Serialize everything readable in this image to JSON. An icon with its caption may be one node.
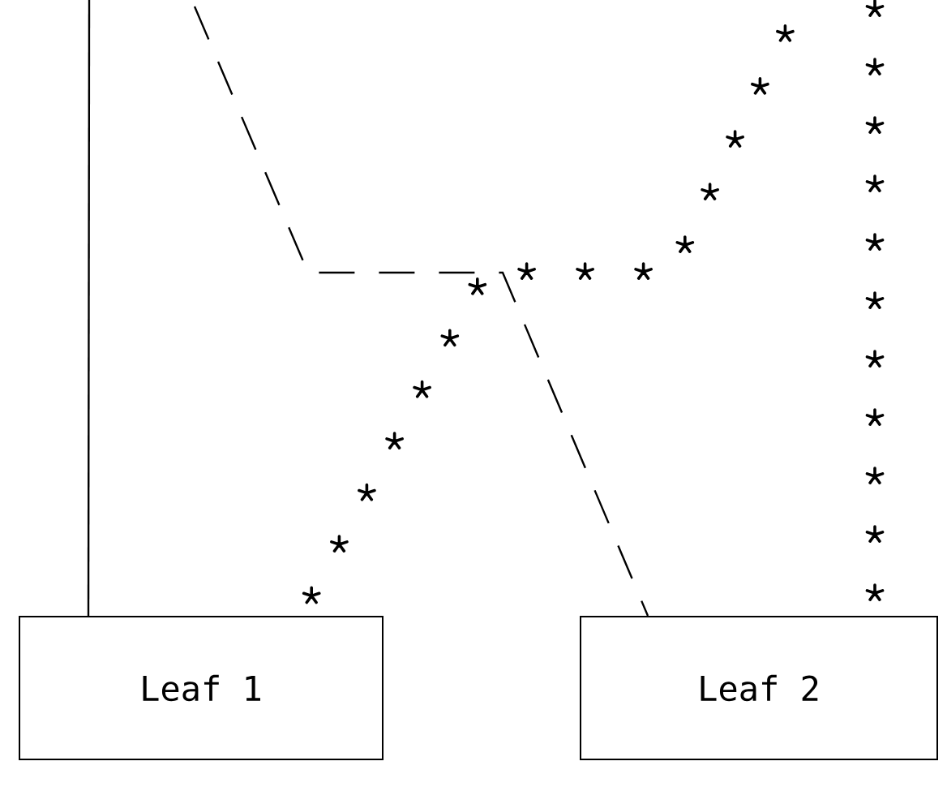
{
  "diagram": {
    "nodes": [
      {
        "text": [
          "Leaf 1"
        ]
      },
      {
        "text": [
          "Leaf 2"
        ]
      }
    ],
    "edges": [
      {
        "from": null,
        "to": 0,
        "arrow": "none"
      },
      {
        "from": null,
        "to": 1,
        "arrow": "none",
        "style": "dashed"
      },
      {
        "from": null,
        "to": 0,
        "arrow": "none"
      },
      {
        "from": null,
        "to": 1,
        "arrow": "none"
      }
    ]
  }
}
